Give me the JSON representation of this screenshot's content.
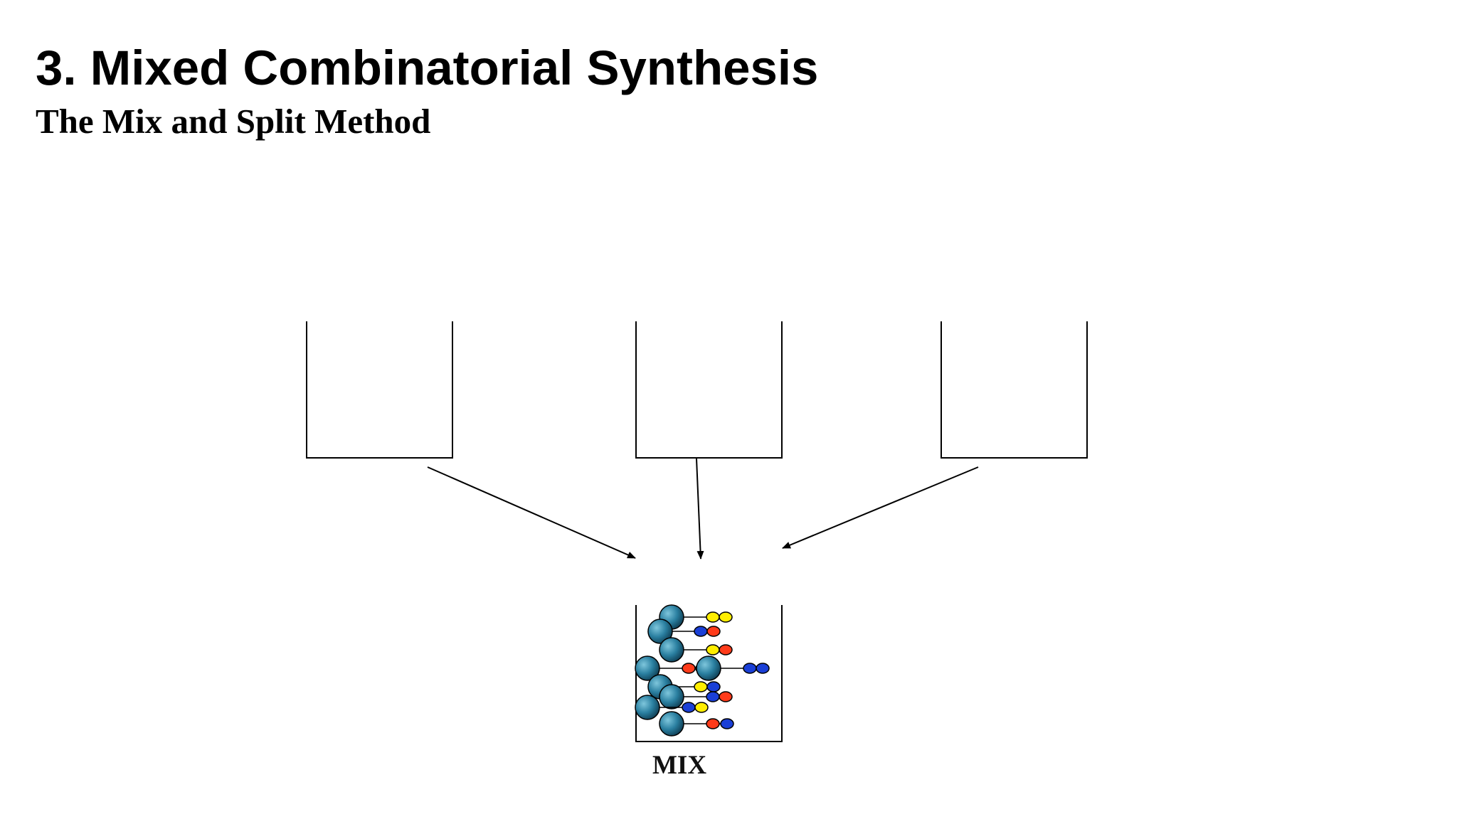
{
  "slide": {
    "title": "3. Mixed Combinatorial Synthesis",
    "subtitle": "The Mix and Split Method"
  },
  "diagram": {
    "source_vessels": [
      "",
      "",
      ""
    ],
    "mix_vessel_label": "MIX",
    "bead_color": "#2a7fa0",
    "residue_colors": {
      "yellow": "#ffee00",
      "red": "#ff3b1a",
      "blue": "#1a3fd6"
    },
    "line_color": "#000000"
  }
}
